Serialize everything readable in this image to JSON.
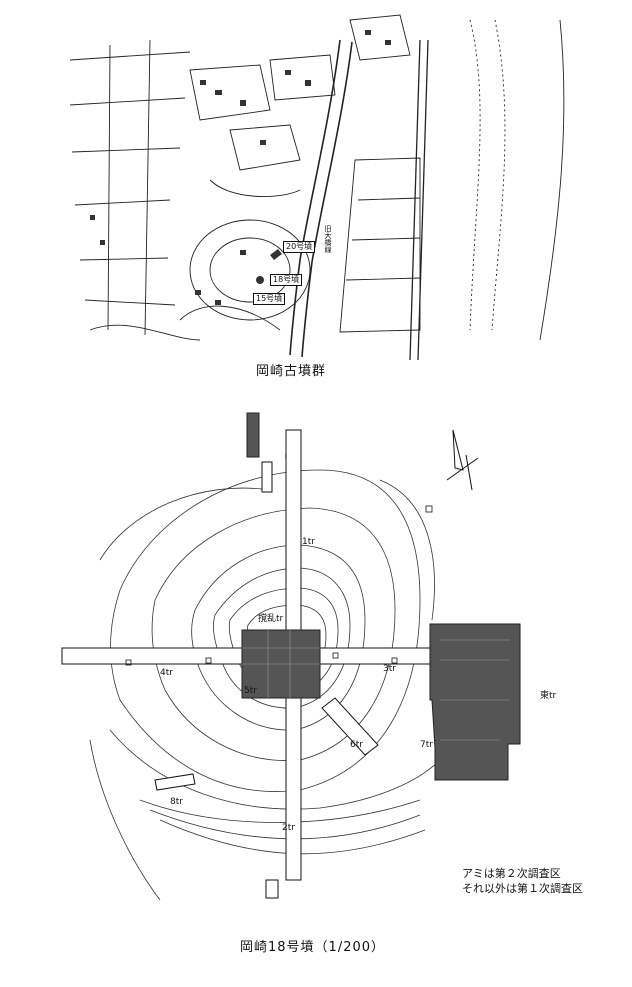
{
  "top_map": {
    "caption": "岡崎古墳群",
    "mound_labels": [
      "20号墳",
      "18号墳",
      "15号墳"
    ],
    "road_label": "旧大橋線"
  },
  "bottom_plan": {
    "caption": "岡崎18号墳（1/200）",
    "trench_labels": [
      "1tr",
      "2tr",
      "3tr",
      "4tr",
      "5tr",
      "6tr",
      "7tr",
      "8tr"
    ],
    "center_label": "撹乱tr",
    "east_label": "東tr",
    "legend": [
      "アミは第２次調査区",
      "それ以外は第１次調査区"
    ],
    "fill_color": "#555555"
  }
}
